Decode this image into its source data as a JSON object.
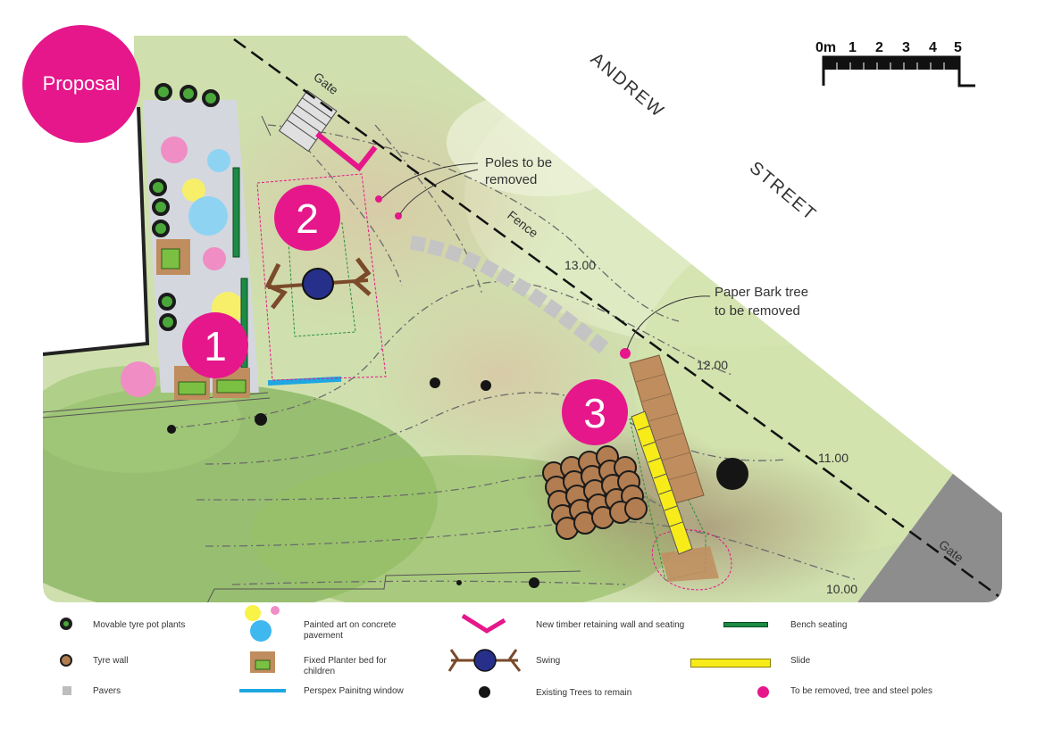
{
  "title_badge": "Proposal",
  "scale_bar": {
    "ticks": [
      "0m",
      "1",
      "2",
      "3",
      "4",
      "5"
    ]
  },
  "street_words": [
    "ANDREW",
    "STREET"
  ],
  "zones": [
    "1",
    "2",
    "3"
  ],
  "annotations": {
    "gate_top": "Gate",
    "gate_bottom": "Gate",
    "fence": "Fence",
    "poles": [
      "Poles to be",
      "removed"
    ],
    "paperbark": [
      "Paper Bark tree",
      "to be removed"
    ]
  },
  "contours": [
    "13.00",
    "12.00",
    "11.00",
    "10.00"
  ],
  "legend": [
    {
      "icon": "tyre-pot-icon",
      "label": "Movable tyre pot plants"
    },
    {
      "icon": "painted-art-icon",
      "label": "Painted art on concrete pavement"
    },
    {
      "icon": "retaining-wall-icon",
      "label": "New timber retaining wall and seating"
    },
    {
      "icon": "bench-icon",
      "label": "Bench seating"
    },
    {
      "icon": "tyre-wall-icon",
      "label": "Tyre wall"
    },
    {
      "icon": "planter-bed-icon",
      "label": "Fixed Planter bed for children"
    },
    {
      "icon": "swing-icon",
      "label": "Swing"
    },
    {
      "icon": "slide-icon",
      "label": "Slide"
    },
    {
      "icon": "pavers-icon",
      "label": "Pavers"
    },
    {
      "icon": "perspex-window-icon",
      "label": "Perspex Painitng window"
    },
    {
      "icon": "existing-tree-icon",
      "label": "Existing Trees to remain"
    },
    {
      "icon": "remove-pole-icon",
      "label": "To be removed, tree and steel poles"
    }
  ],
  "colors": {
    "magenta": "#e5178b",
    "green_bench": "#1d8a45",
    "yellow_slide": "#f7ec19",
    "perspex_blue": "#1ea7e1",
    "timber": "#c08d5e",
    "navy_swing": "#26308a"
  }
}
